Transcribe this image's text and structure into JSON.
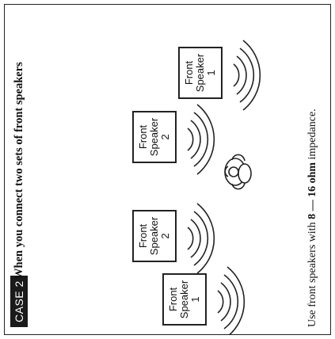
{
  "case_label": "CASE 2",
  "heading": "When you connect two sets of front speakers",
  "speakers": [
    {
      "name_line1": "Front",
      "name_line2": "Speaker",
      "number": "1"
    },
    {
      "name_line1": "Front",
      "name_line2": "Speaker",
      "number": "2"
    },
    {
      "name_line1": "Front",
      "name_line2": "Speaker",
      "number": "2"
    },
    {
      "name_line1": "Front",
      "name_line2": "Speaker",
      "number": "1"
    }
  ],
  "note": {
    "prefix": "Use front speakers with ",
    "emphasis": "8 — 16 ohm",
    "suffix": " impedance."
  },
  "icons": {
    "listener": "listener-icon",
    "sound_waves": "sound-waves-icon"
  }
}
